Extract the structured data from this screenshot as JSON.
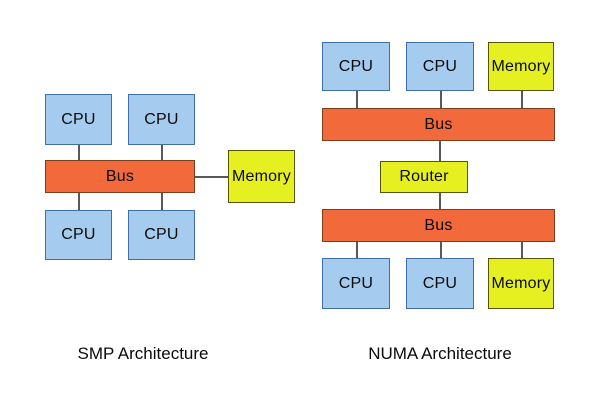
{
  "diagrams": {
    "smp": {
      "title": "SMP Architecture",
      "nodes": {
        "cpu_top_left": "CPU",
        "cpu_top_right": "CPU",
        "bus": "Bus",
        "memory": "Memory",
        "cpu_bottom_left": "CPU",
        "cpu_bottom_right": "CPU"
      }
    },
    "numa": {
      "title": "NUMA Architecture",
      "nodes": {
        "cpu_top_1": "CPU",
        "cpu_top_2": "CPU",
        "memory_top": "Memory",
        "bus_top": "Bus",
        "router": "Router",
        "bus_bottom": "Bus",
        "cpu_bottom_1": "CPU",
        "cpu_bottom_2": "CPU",
        "memory_bottom": "Memory"
      }
    }
  },
  "colors": {
    "cpu_fill": "#a5cbef",
    "cpu_border": "#3e6fa8",
    "bus_fill": "#f26a3c",
    "bus_border": "#7b3f1f",
    "memory_fill": "#e6f020",
    "memory_border": "#55550a",
    "connector": "#595959",
    "text": "#0a0a0a",
    "background": "#ffffff"
  }
}
